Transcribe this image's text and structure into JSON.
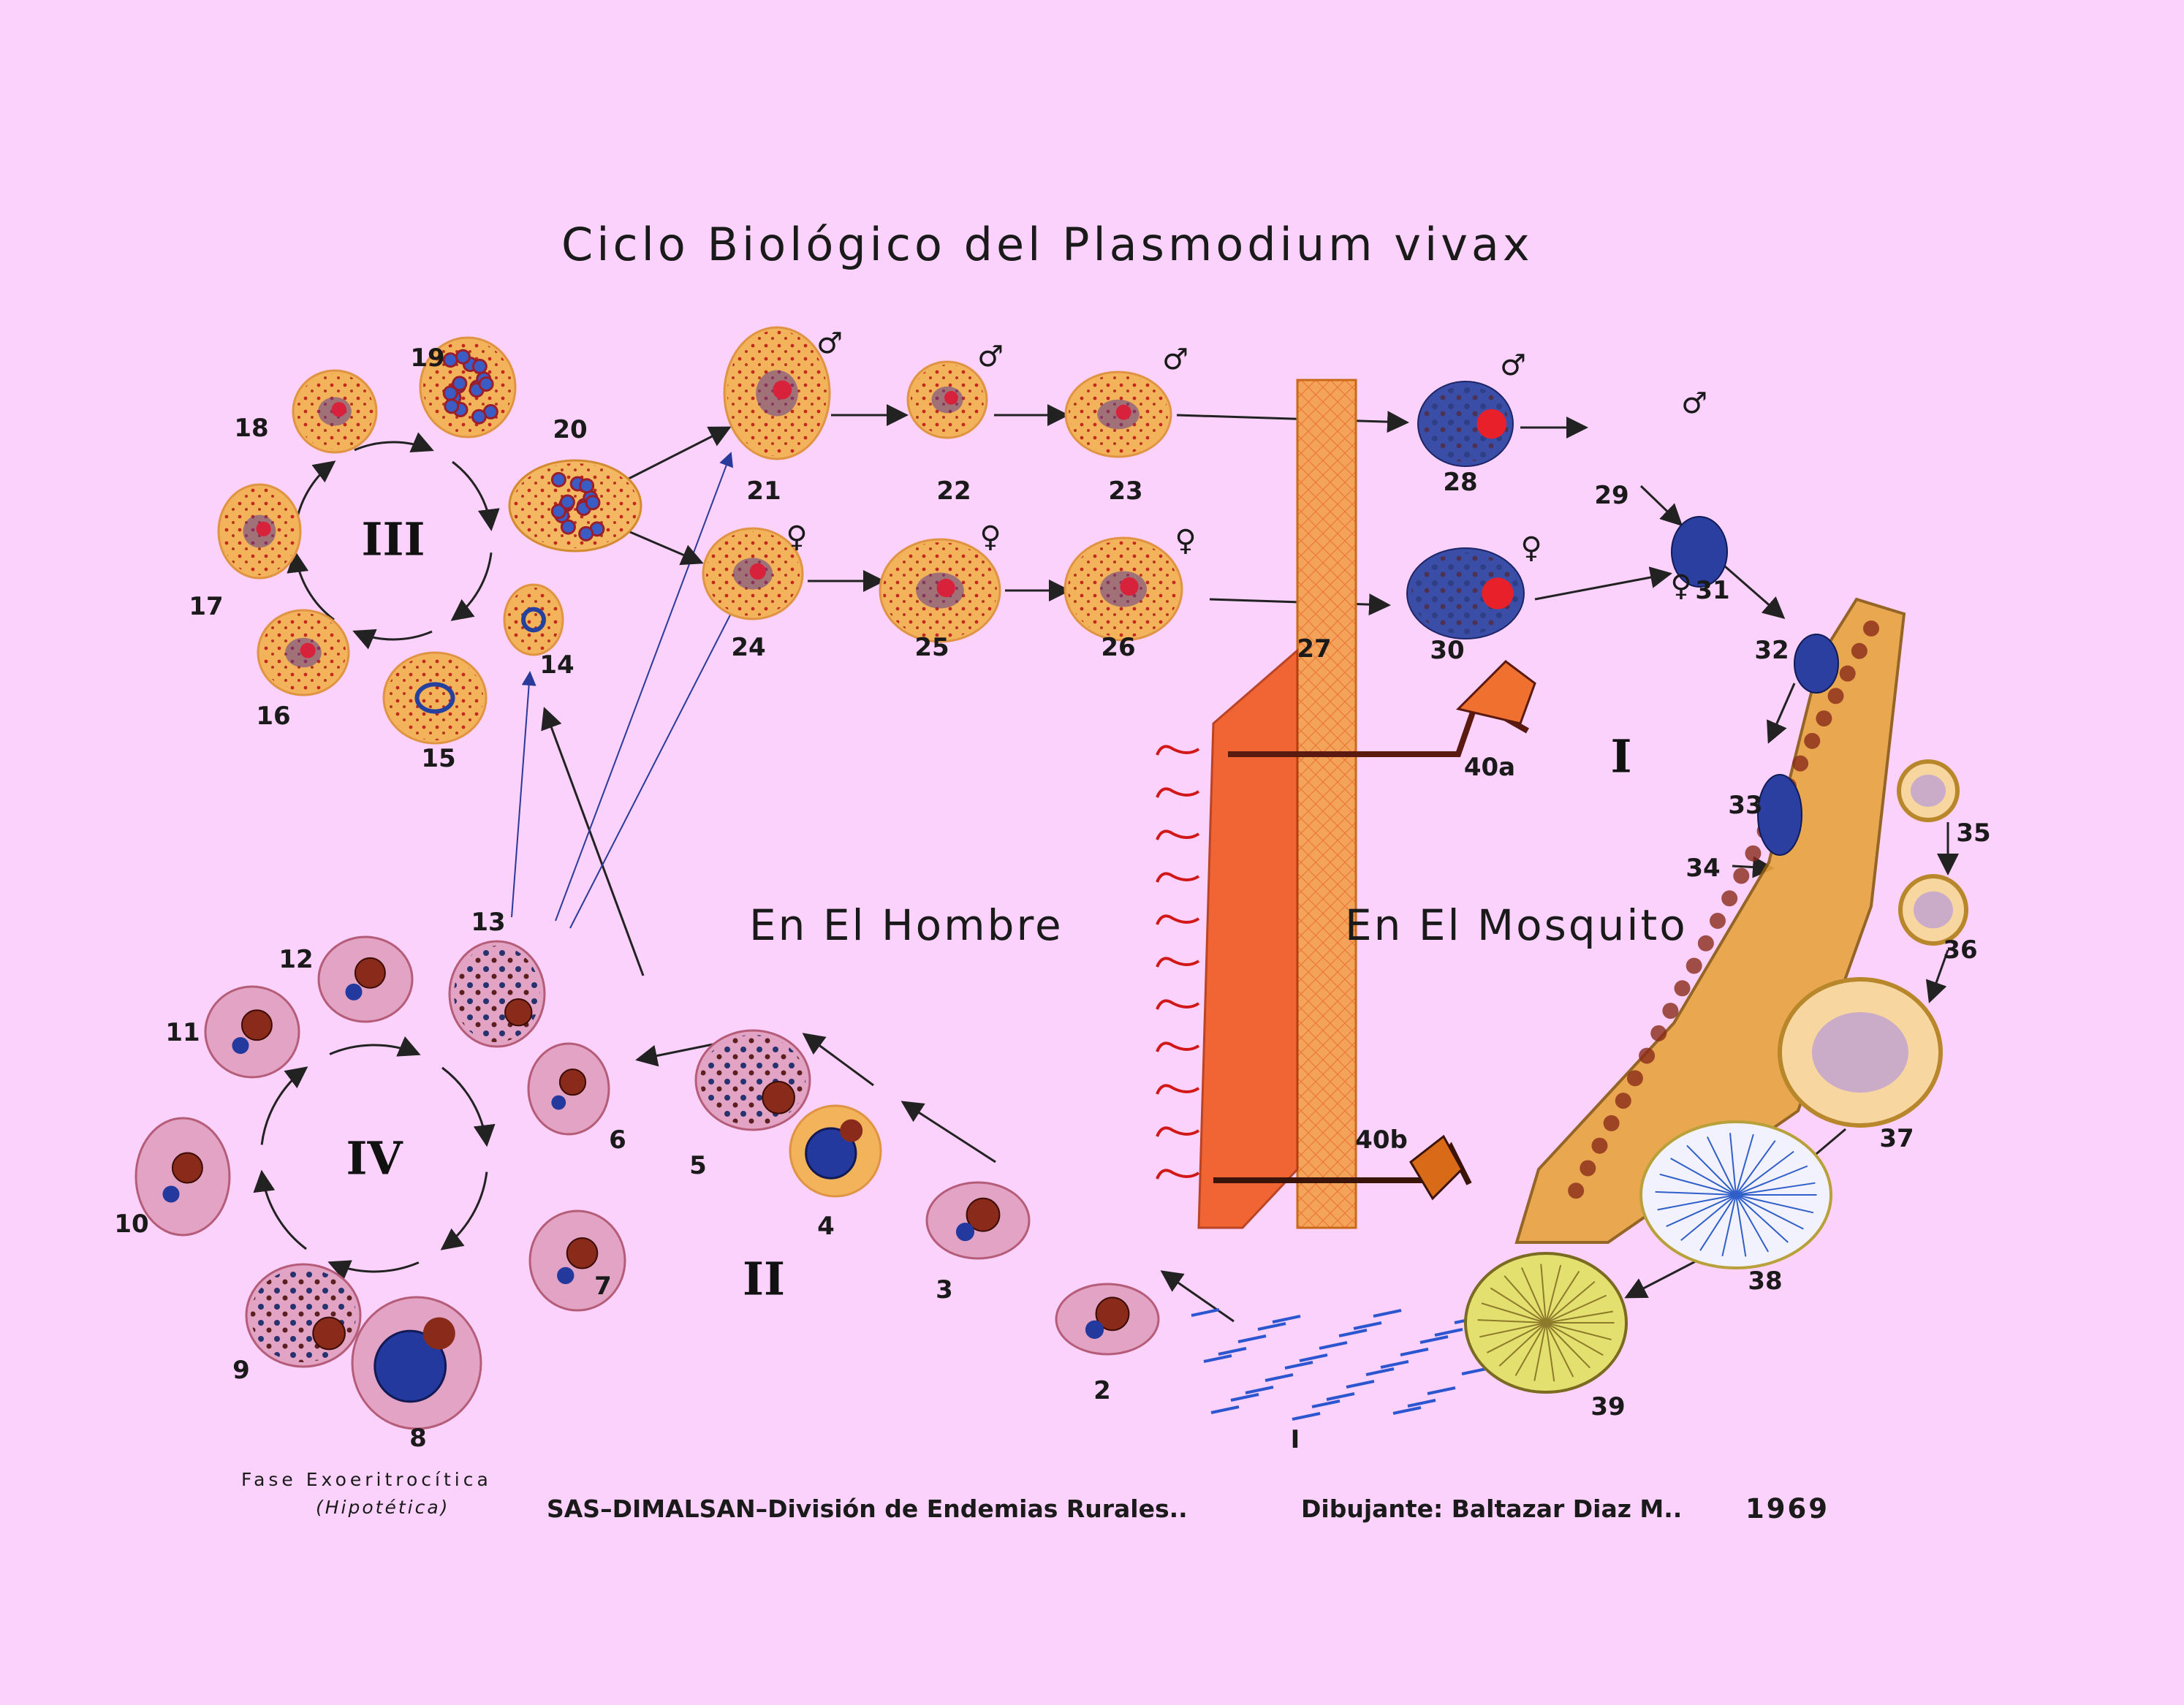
{
  "title": "Ciclo Biológico del Plasmodium vivax",
  "regions": {
    "human": "En El Hombre",
    "mosquito": "En El Mosquito"
  },
  "phases": {
    "I": "I",
    "II": "II",
    "III": "III",
    "IV": "IV"
  },
  "stage_labels": [
    "I",
    "2",
    "3",
    "4",
    "5",
    "6",
    "7",
    "8",
    "9",
    "10",
    "11",
    "12",
    "13",
    "14",
    "15",
    "16",
    "17",
    "18",
    "19",
    "20",
    "21",
    "22",
    "23",
    "24",
    "25",
    "26",
    "27",
    "28",
    "29",
    "30",
    "31",
    "32",
    "33",
    "34",
    "35",
    "36",
    "37",
    "38",
    "39",
    "40a",
    "40b"
  ],
  "sex_symbols": {
    "male": "♂",
    "female": "♀"
  },
  "footer": {
    "phase_note": "Fase Exoeritrocítica",
    "phase_note_sub": "(Hipotética)",
    "credit": "SAS–DIMALSAN–División de Endemias Rurales..",
    "artist": "Dibujante: Baltazar Diaz M..",
    "year": "1969"
  },
  "colors": {
    "background": "#fbd2fb",
    "erythrocyte": "#f2b35a",
    "stipple": "#c2281e",
    "nucleus_blue": "#24399e",
    "tissue_cell": "#e3a3c4",
    "gut_wall": "#e8a43d",
    "salivary": "#f05a20"
  }
}
